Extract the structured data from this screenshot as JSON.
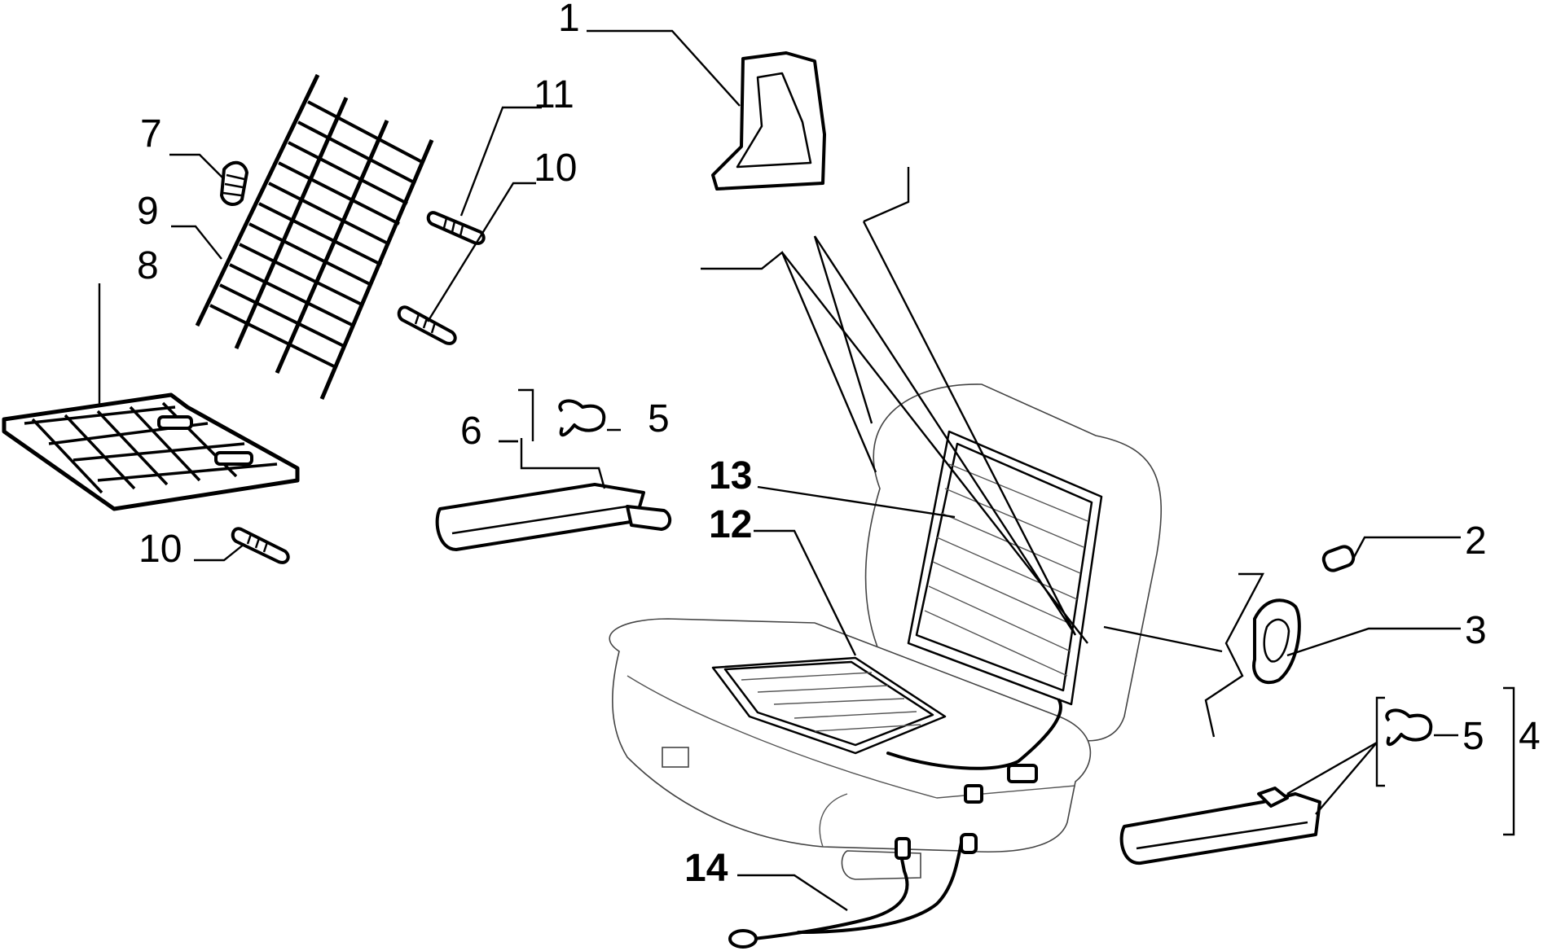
{
  "diagram": {
    "labels": [
      {
        "id": "p1",
        "text": "1"
      },
      {
        "id": "p2",
        "text": "2"
      },
      {
        "id": "p3",
        "text": "3"
      },
      {
        "id": "p4",
        "text": "4"
      },
      {
        "id": "p5a",
        "text": "5"
      },
      {
        "id": "p5b",
        "text": "5"
      },
      {
        "id": "p6",
        "text": "6"
      },
      {
        "id": "p7",
        "text": "7"
      },
      {
        "id": "p8",
        "text": "8"
      },
      {
        "id": "p9",
        "text": "9"
      },
      {
        "id": "p10a",
        "text": "10"
      },
      {
        "id": "p10b",
        "text": "10"
      },
      {
        "id": "p11",
        "text": "11"
      },
      {
        "id": "p12",
        "text": "12"
      },
      {
        "id": "p13",
        "text": "13"
      },
      {
        "id": "p14",
        "text": "14"
      }
    ]
  }
}
